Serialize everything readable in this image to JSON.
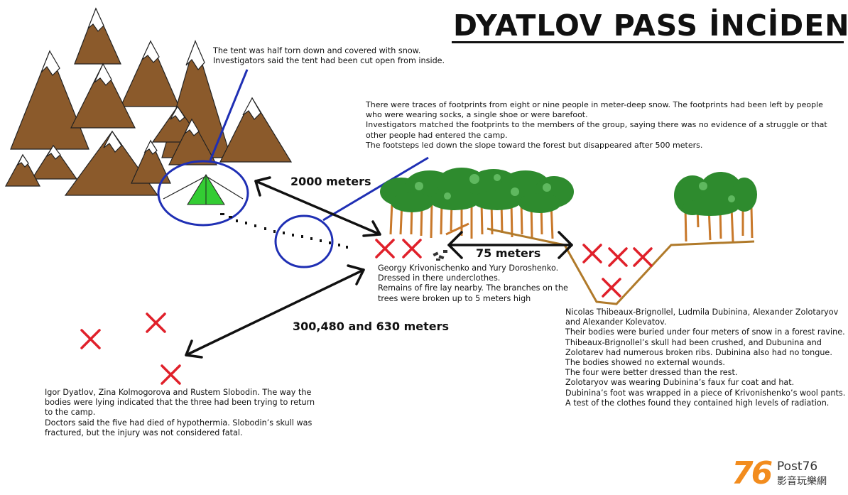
{
  "title": "DYATLOV PASS İNCİDENT",
  "notes": {
    "tent": "The tent was half torn down and covered with snow.\nInvestigators said the tent had been cut open from inside.",
    "footprints": "There were traces of footprints from eight or nine people in meter-deep snow. The footprints had been left by people\nwho were wearing socks, a single shoe or were barefoot.\nInvestigators matched the footprints to the members of the group, saying there was no evidence of a struggle or that\nother people had entered the camp.\nThe footsteps led down the slope toward the forest but disappeared after 500 meters.",
    "krivonischenko": "Georgy Krivonischenko and Yury Doroshenko.\nDressed in there underclothes.\nRemains of fire lay nearby. The branches on the\ntrees were broken up to 5 meters high",
    "ravine": "Nicolas Thibeaux-Brignollel, Ludmila Dubinina, Alexander Zolotaryov\nand Alexander Kolevatov.\nTheir bodies were buried under four meters of snow in a forest ravine.\nThibeaux-Brignollel’s skull had been crushed, and Dubunina and\nZolotarev had numerous broken ribs. Dubinina also had no tongue.\nThe bodies showed no external wounds.\nThe four were better dressed than the rest.\nZolotaryov was wearing Dubinina’s faux fur coat and hat.\nDubinina’s foot was wrapped in a piece of Krivonishenko’s wool pants.\nA test of the clothes found they contained high levels of radiation.",
    "dyatlov": "Igor Dyatlov, Zina Kolmogorova and Rustem Slobodin. The way the\nbodies were lying indicated that the three had been trying to return\nto the camp.\nDoctors said the five had died of hypothermia. Slobodin’s skull was\nfractured, but the injury was not considered fatal."
  },
  "distances": {
    "tent_to_forest": "2000 meters",
    "cedar_to_ravine": "75 meters",
    "cedar_to_slope": "300,480 and 630 meters"
  },
  "logo": {
    "number": "76",
    "brand": "Post76",
    "chinese": "影音玩樂網"
  },
  "colors": {
    "mountain": "#8b5a2b",
    "snow": "#ffffff",
    "tent": "#33cc33",
    "circle": "#1f2fb4",
    "cross": "#e0202a",
    "tree_trunk": "#c8782a",
    "foliage": "#2e8b2e",
    "ground": "#b07a2a",
    "logo_orange": "#f28c1e"
  }
}
